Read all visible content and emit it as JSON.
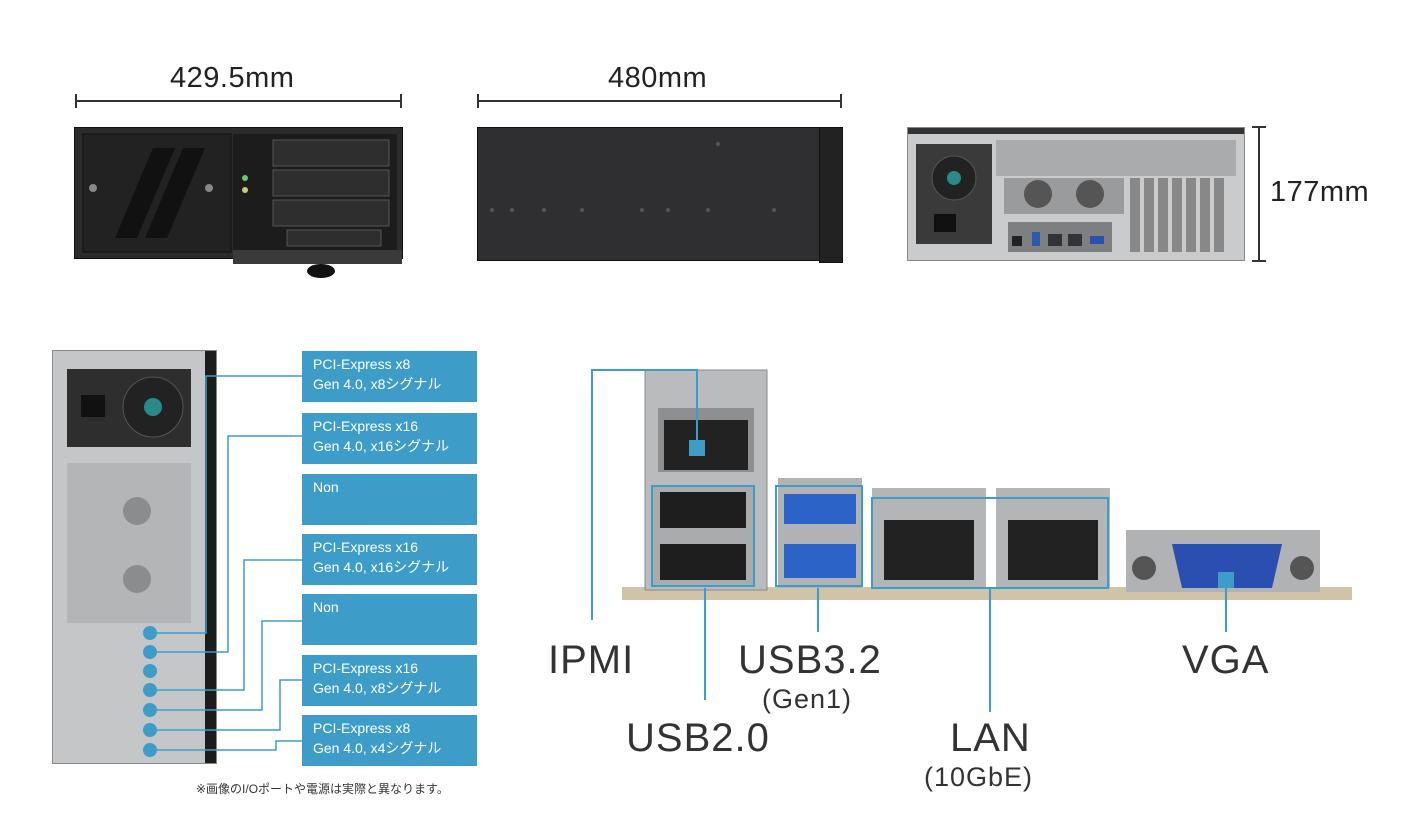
{
  "dimensions": {
    "width": "429.5mm",
    "depth": "480mm",
    "height": "177mm"
  },
  "slots": [
    {
      "line1": "PCI-Express x8",
      "line2": "Gen 4.0, x8シグナル"
    },
    {
      "line1": "PCI-Express x16",
      "line2": "Gen 4.0, x16シグナル"
    },
    {
      "line1": "Non",
      "line2": ""
    },
    {
      "line1": "PCI-Express x16",
      "line2": "Gen 4.0, x16シグナル"
    },
    {
      "line1": "Non",
      "line2": ""
    },
    {
      "line1": "PCI-Express x16",
      "line2": "Gen 4.0, x8シグナル"
    },
    {
      "line1": "PCI-Express x8",
      "line2": "Gen 4.0, x4シグナル"
    }
  ],
  "ports": {
    "ipmi": "IPMI",
    "usb2": "USB2.0",
    "usb3": "USB3.2",
    "usb3_sub": "(Gen1)",
    "lan": "LAN",
    "lan_sub": "(10GbE)",
    "vga": "VGA"
  },
  "note": "※画像のI/Oポートや電源は実際と異なります。",
  "colors": {
    "accent": "#3d9dc8",
    "chassis": "#2b2b2d"
  }
}
